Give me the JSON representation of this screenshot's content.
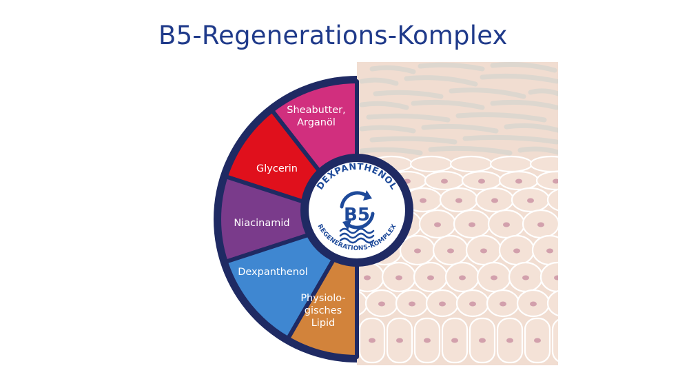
{
  "title": "B5-Regenerations-Komplex",
  "segments": [
    {
      "lines": [
        "Sheabutter,",
        "Arganöl"
      ],
      "color": "#d12f7e"
    },
    {
      "lines": [
        "Glycerin"
      ],
      "color": "#e0101c"
    },
    {
      "lines": [
        "Niacinamid"
      ],
      "color": "#7a3b8b"
    },
    {
      "lines": [
        "Dexpanthenol"
      ],
      "color": "#3f87d1"
    },
    {
      "lines": [
        "Physiolo-",
        "gisches",
        "Lipid"
      ],
      "color": "#d2833b"
    }
  ],
  "badge": {
    "top_arc_text": "DEXPANTHENOL",
    "bottom_arc_text": "REGENERATIONS-KOMPLEX",
    "center_text": "B5"
  },
  "colors": {
    "navy": "#1f2a63",
    "title_blue": "#1f3a8a",
    "badge_blue": "#1e4a9a",
    "skin_base": "#f1ddd1",
    "skin_cell": "#f4e2d7",
    "skin_cell_line": "#ffffff",
    "nucleus": "#d2a0ac",
    "stratum_corneum": "#ddd7cf"
  }
}
